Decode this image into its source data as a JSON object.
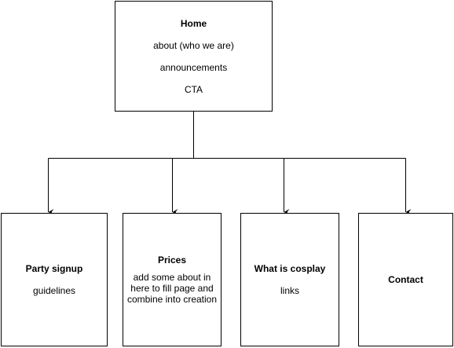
{
  "home": {
    "title": "Home",
    "lines": [
      "about  (who we are)",
      "announcements",
      "CTA"
    ]
  },
  "children": [
    {
      "title": "Party signup",
      "lines": [
        "guidelines"
      ]
    },
    {
      "title": "Prices",
      "lines": [
        "add some about in",
        "here to fill page and",
        "combine into creation"
      ]
    },
    {
      "title": "What is cosplay",
      "lines": [
        "links"
      ]
    },
    {
      "title": "Contact",
      "lines": []
    }
  ],
  "colors": {
    "stroke": "#000000",
    "fill": "#ffffff"
  }
}
